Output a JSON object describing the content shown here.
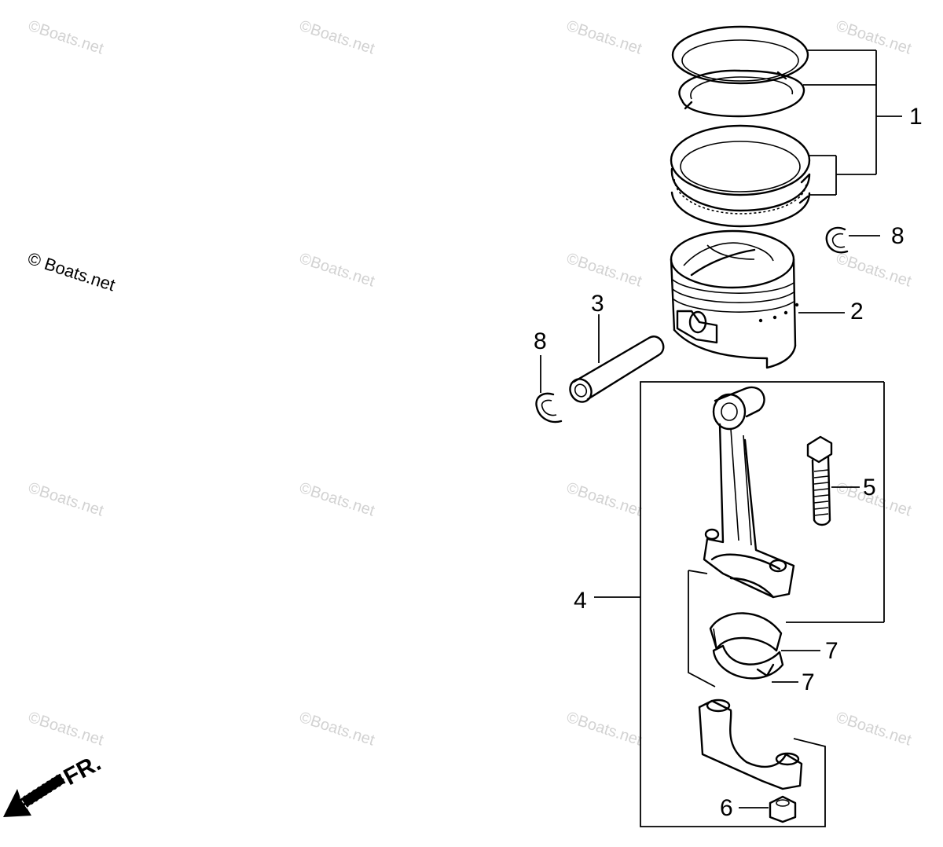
{
  "watermark": {
    "main": "© Boats.net",
    "faint": "©Boats.net"
  },
  "direction": {
    "label": "FR."
  },
  "callouts": {
    "c1": "1",
    "c2": "2",
    "c3": "3",
    "c4": "4",
    "c5": "5",
    "c6": "6",
    "c7a": "7",
    "c7b": "7",
    "c8a": "8",
    "c8b": "8"
  },
  "parts": [
    {
      "ref": "1",
      "icon": "piston-ring-set-icon"
    },
    {
      "ref": "2",
      "icon": "piston-icon"
    },
    {
      "ref": "3",
      "icon": "piston-pin-icon"
    },
    {
      "ref": "4",
      "icon": "connecting-rod-assembly-icon"
    },
    {
      "ref": "5",
      "icon": "connecting-rod-bolt-icon"
    },
    {
      "ref": "6",
      "icon": "nut-icon"
    },
    {
      "ref": "7",
      "icon": "bearing-shell-icon"
    },
    {
      "ref": "8",
      "icon": "pin-clip-icon"
    }
  ]
}
